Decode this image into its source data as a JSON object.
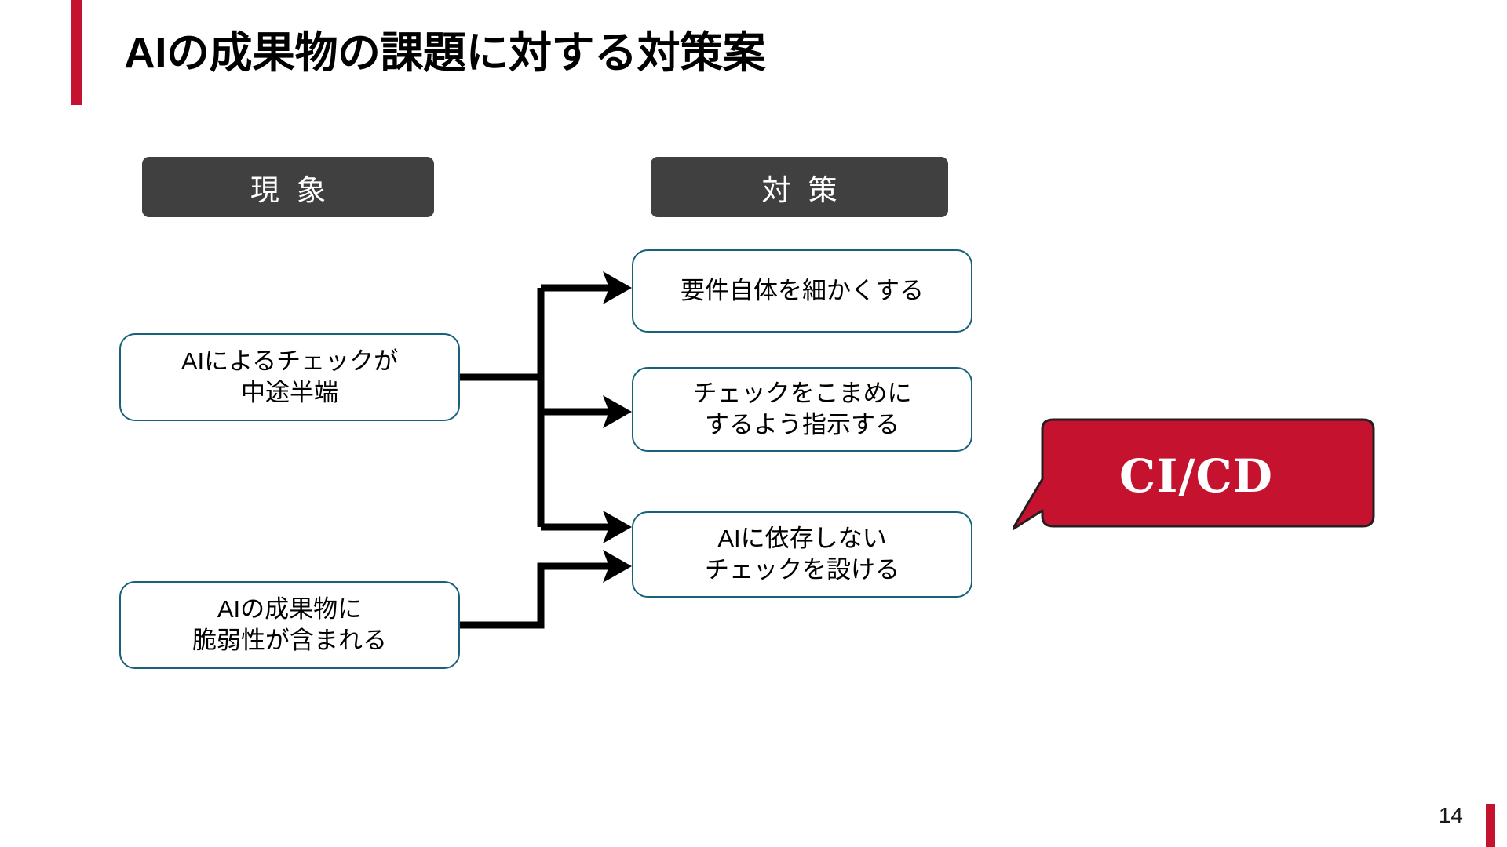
{
  "slide": {
    "title": "AIの成果物の課題に対する対策案",
    "page_number": "14",
    "accent_color": "#C4122F",
    "header_chip_color": "#404040",
    "node_border_color": "#17627A",
    "callout_color": "#C4122F"
  },
  "columns": [
    {
      "id": "phenomena",
      "label": "現 象"
    },
    {
      "id": "measures",
      "label": "対 策"
    }
  ],
  "phenomena": [
    {
      "id": "ai-check",
      "line1": "AIによるチェックが",
      "line2": "中途半端"
    },
    {
      "id": "ai-vuln",
      "line1": "AIの成果物に",
      "line2": "脆弱性が含まれる"
    }
  ],
  "measures": [
    {
      "id": "fine-req",
      "line1": "要件自体を細かくする",
      "line2": ""
    },
    {
      "id": "frequent-check",
      "line1": "チェックをこまめに",
      "line2": "するよう指示する"
    },
    {
      "id": "independent-check",
      "line1": "AIに依存しない",
      "line2": "チェックを設ける"
    }
  ],
  "callout": {
    "label": "CI/CD"
  }
}
